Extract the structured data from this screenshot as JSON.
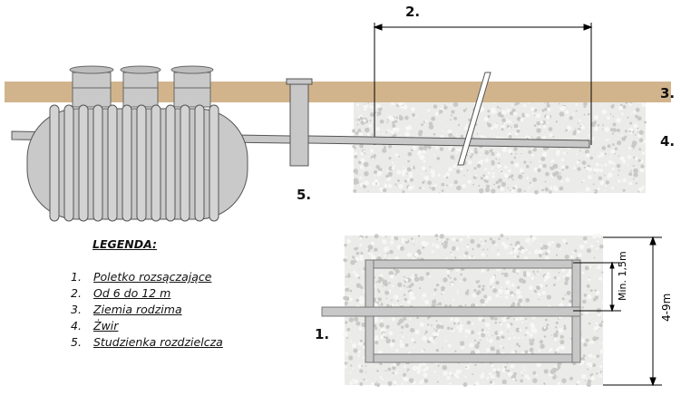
{
  "labels": {
    "l1": "1.",
    "l2": "2.",
    "l3": "3.",
    "l4": "4.",
    "l5": "5."
  },
  "dimensions": {
    "spacing": "Min. 1,5m",
    "width": "4-9m"
  },
  "legend": {
    "title": "LEGENDA:",
    "items": [
      {
        "num": "1.",
        "text": "Poletko rozsączające"
      },
      {
        "num": "2.",
        "text": "Od 6 do 12 m"
      },
      {
        "num": "3.",
        "text": "Ziemia rodzima"
      },
      {
        "num": "4.",
        "text": "Żwir"
      },
      {
        "num": "5.",
        "text": "Studzienka rozdzielcza"
      }
    ]
  },
  "colors": {
    "soil": "#d2b48c",
    "gravel": "#e8e8e6",
    "pipe": "#c8c8c8",
    "tank": "#c9c9c9"
  }
}
